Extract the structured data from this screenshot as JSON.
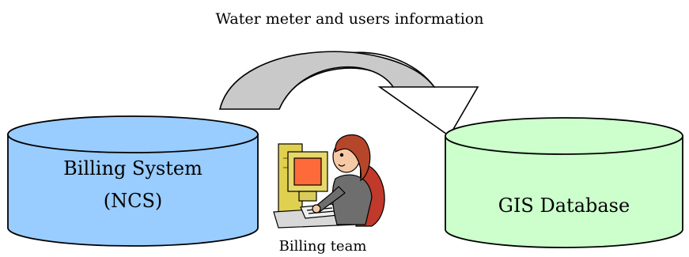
{
  "flow_label": "Water meter and users information",
  "source_db": {
    "line1": "Billing System",
    "line2": "(NCS)",
    "fill": "#99ccff"
  },
  "target_db": {
    "line1": "GIS Database",
    "fill": "#ccffcc"
  },
  "person_label": "Billing team",
  "colors": {
    "arrow_shaded": "#c9c9c9",
    "arrow_white": "#ffffff",
    "outline": "#000000"
  },
  "icons": [
    "curved-arrow-icon",
    "office-worker-clipart"
  ]
}
